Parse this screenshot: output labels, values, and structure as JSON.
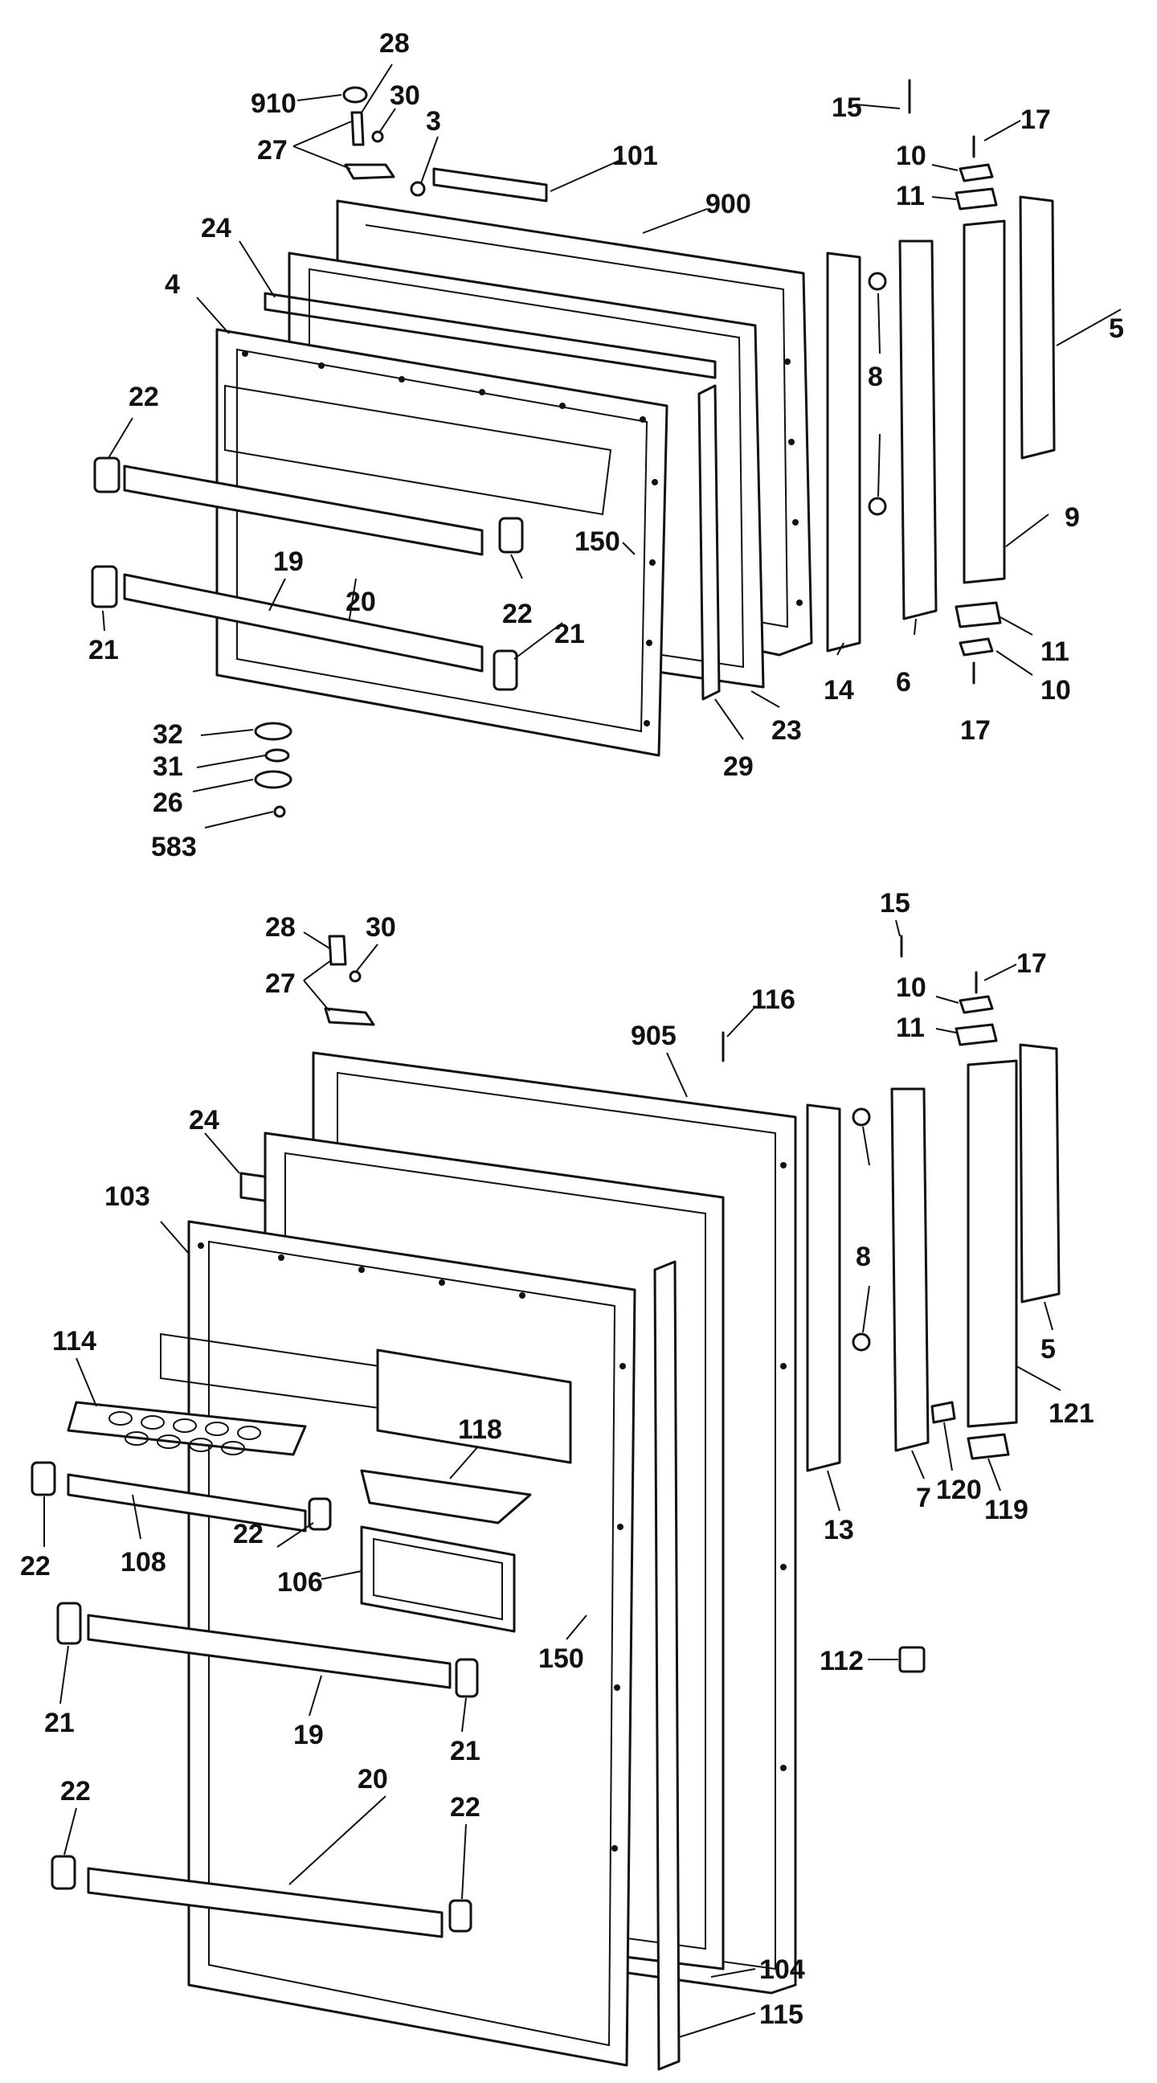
{
  "diagram": {
    "accent_color": "#111111",
    "background_color": "#ffffff",
    "top_assembly": {
      "callouts": [
        "910",
        "28",
        "30",
        "27",
        "3",
        "101",
        "900",
        "24",
        "4",
        "22",
        "19",
        "20",
        "150",
        "22",
        "21",
        "21",
        "15",
        "17",
        "10",
        "11",
        "5",
        "8",
        "9",
        "6",
        "11",
        "10",
        "17",
        "14",
        "23",
        "29",
        "32",
        "31",
        "26",
        "583"
      ]
    },
    "bottom_assembly": {
      "callouts": [
        "28",
        "30",
        "27",
        "116",
        "905",
        "15",
        "17",
        "10",
        "11",
        "24",
        "103",
        "8",
        "5",
        "114",
        "118",
        "121",
        "120",
        "13",
        "7",
        "119",
        "22",
        "108",
        "22",
        "106",
        "150",
        "21",
        "19",
        "21",
        "112",
        "22",
        "20",
        "22",
        "104",
        "115"
      ]
    }
  }
}
